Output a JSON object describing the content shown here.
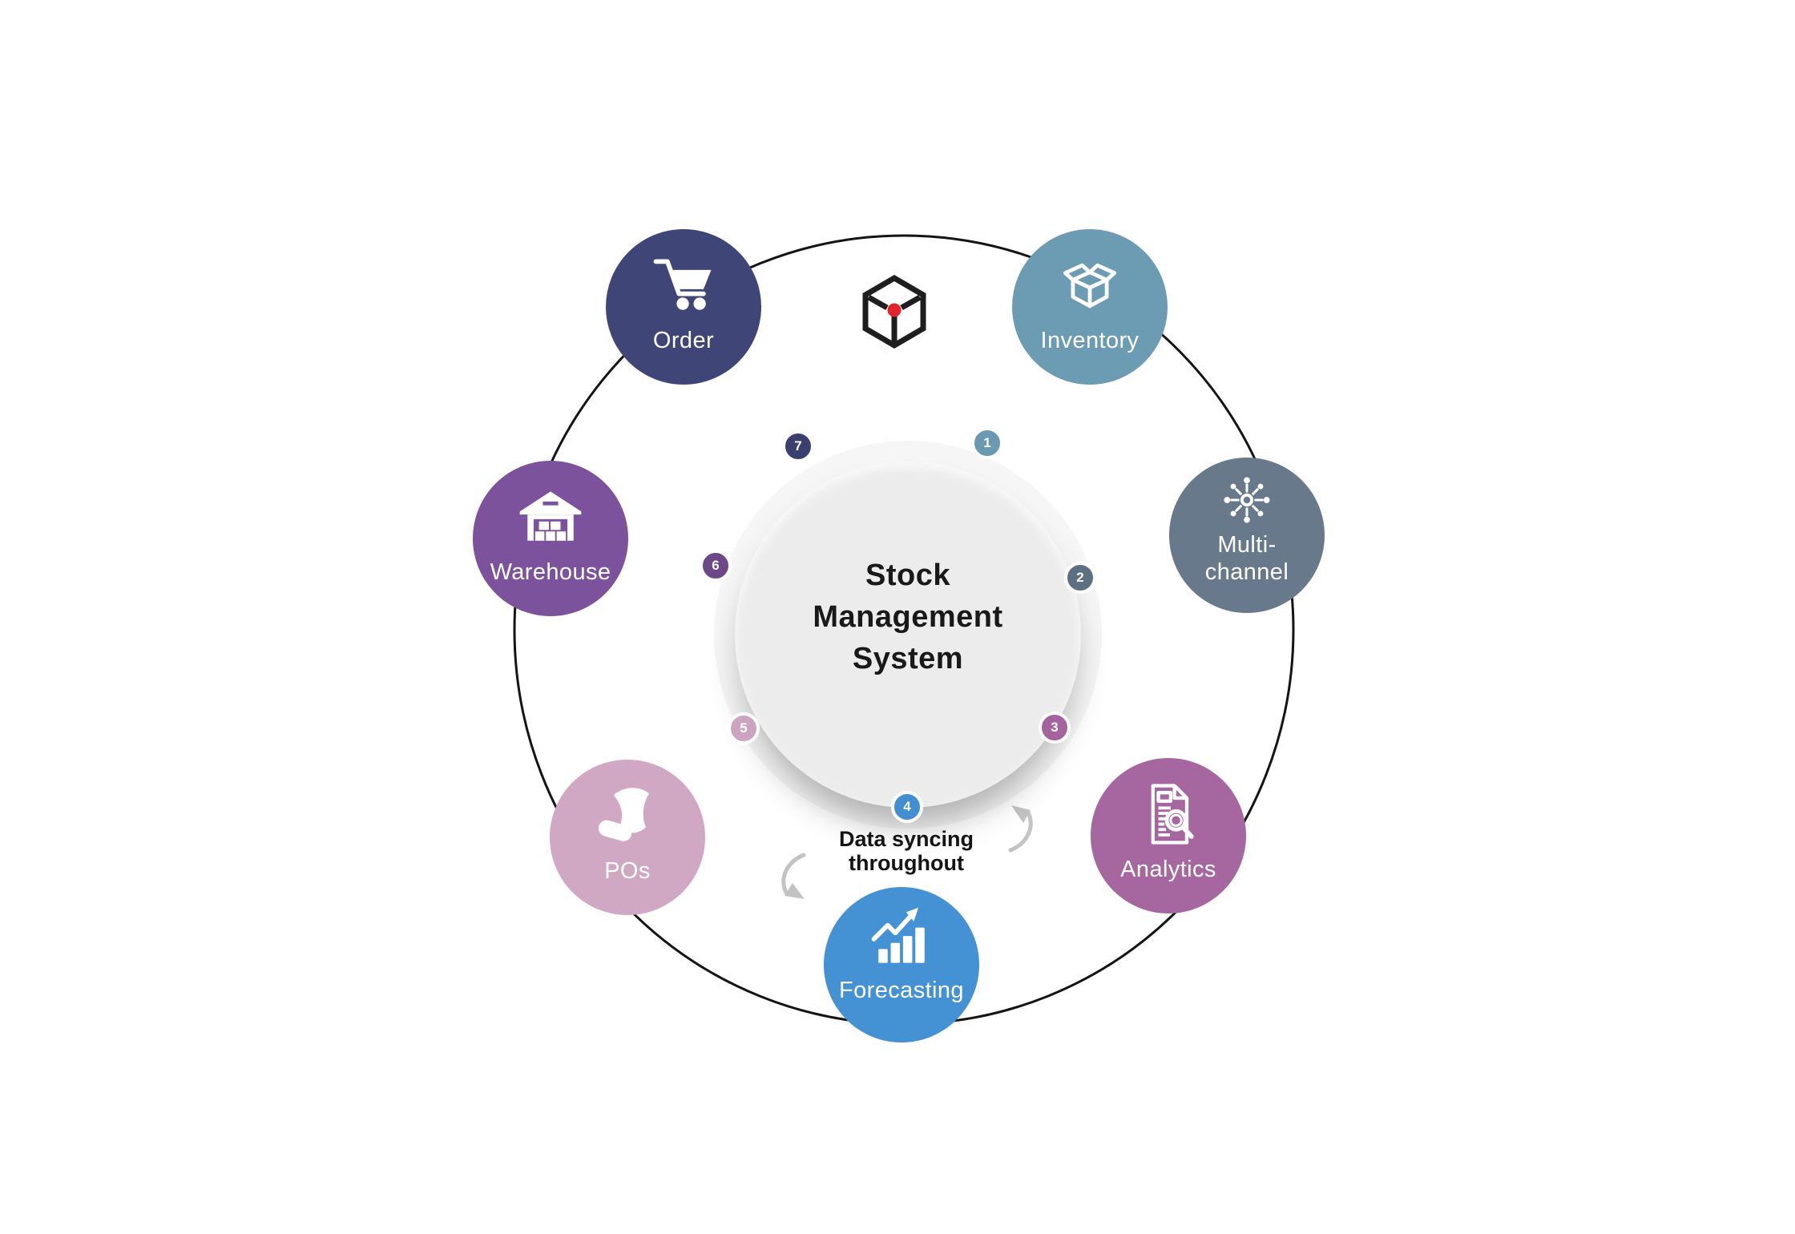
{
  "page": {
    "background_color": "#ffffff"
  },
  "logo": {
    "name": "cube brand mark",
    "outline_color": "#1e1e1e",
    "dot_color": "#e1232b"
  },
  "ring": {
    "color": "#141414"
  },
  "center": {
    "title_lines": [
      "Stock",
      "Management",
      "System"
    ],
    "title_color": "#191919",
    "circle_color": "#ececec",
    "halo_color": "#f6f6f6"
  },
  "caption": {
    "text": "Data syncing\nthroughout",
    "color": "#141414"
  },
  "sync_arrows": {
    "color": "#c3c3c3"
  },
  "nodes": [
    {
      "id": "inventory",
      "step": "1",
      "label": "Inventory",
      "color": "#6c9bb4",
      "badge_color": "#6a99b1",
      "icon": "open-box-icon"
    },
    {
      "id": "multi-channel",
      "step": "2",
      "label": "Multi-\nchannel",
      "color": "#68798c",
      "badge_color": "#5d7082",
      "icon": "hub-spokes-icon"
    },
    {
      "id": "analytics",
      "step": "3",
      "label": "Analytics",
      "color": "#a667a0",
      "badge_color": "#a4639c",
      "icon": "report-magnifier-icon"
    },
    {
      "id": "forecasting",
      "step": "4",
      "label": "Forecasting",
      "color": "#4492d3",
      "badge_color": "#418fd0",
      "icon": "growth-chart-icon"
    },
    {
      "id": "pos",
      "step": "5",
      "label": "POs",
      "color": "#d1a8c4",
      "badge_color": "#cda4c0",
      "icon": "purchase-order-icon"
    },
    {
      "id": "warehouse",
      "step": "6",
      "label": "Warehouse",
      "color": "#7b529b",
      "badge_color": "#6c4889",
      "icon": "warehouse-icon"
    },
    {
      "id": "order",
      "step": "7",
      "label": "Order",
      "color": "#3f4577",
      "badge_color": "#3b3f6e",
      "icon": "shopping-cart-icon"
    }
  ]
}
